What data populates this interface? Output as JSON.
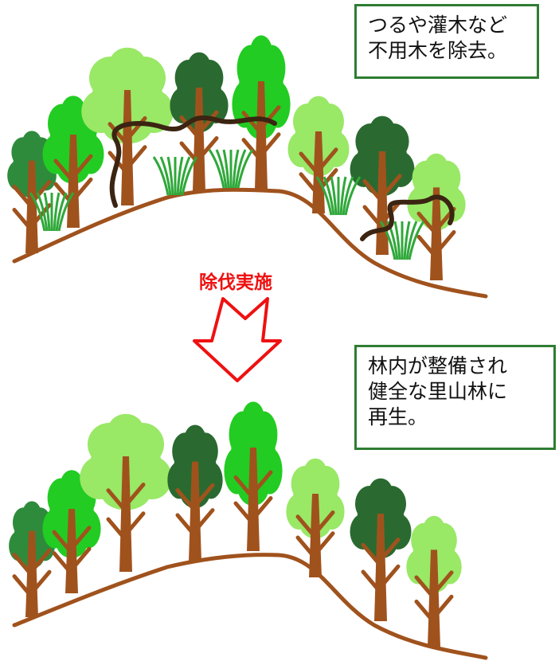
{
  "top_note": {
    "lines": [
      "つるや灌木など",
      "不用木を除去。"
    ]
  },
  "step_label": "除伐実施",
  "bottom_note": {
    "lines": [
      "林内が整備され",
      "健全な里山林に",
      "再生。"
    ]
  },
  "icons": {
    "arrow": "down-arrow-icon"
  },
  "colors": {
    "note_border": "#2e7d32",
    "step_label": "#ee1111",
    "arrow_outline": "#ee1111",
    "ground": "#a0521d",
    "trunk": "#a0521d",
    "vine": "#3b2412",
    "canopy_bright": "#22cc22",
    "canopy_light": "#99e866",
    "canopy_dark": "#2a6a30",
    "canopy_mid": "#2e8b3c",
    "grass": "#2fa83a"
  }
}
